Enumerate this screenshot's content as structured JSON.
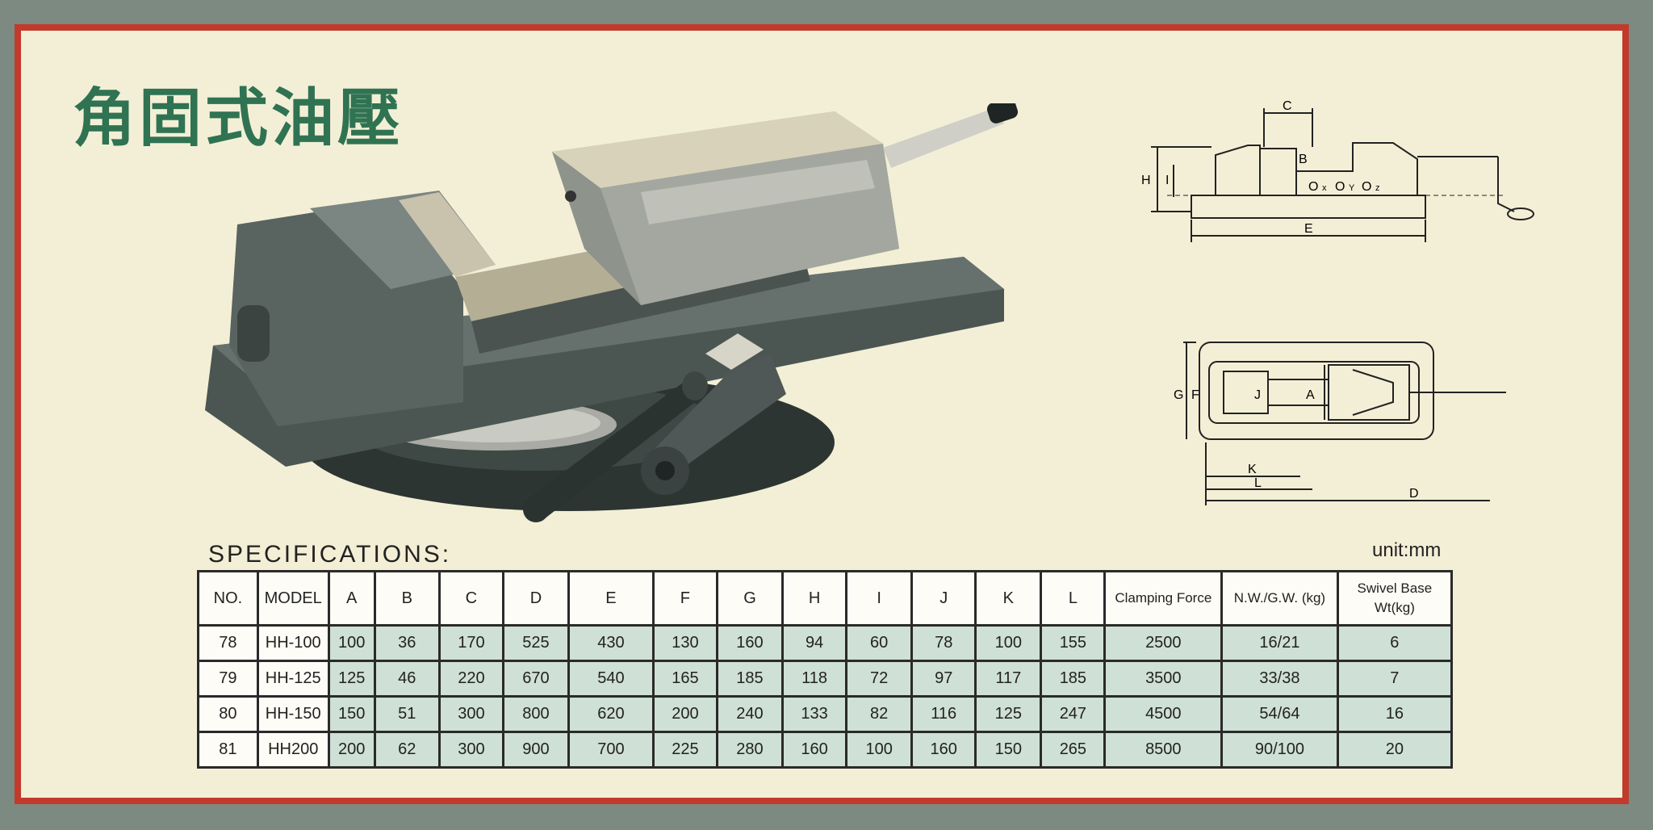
{
  "title": "角固式油壓",
  "specifications_heading": "SPECIFICATIONS:",
  "unit_label": "unit:mm",
  "diagram_labels": {
    "top": {
      "C": "C",
      "B": "B",
      "H": "H",
      "I": "I",
      "O1": "O",
      "x": "x",
      "O2": "O",
      "y": "Y",
      "O3": "O",
      "z": "z",
      "E": "E"
    },
    "bottom": {
      "G": "G",
      "F": "F",
      "J": "J",
      "A": "A",
      "K": "K",
      "L": "L",
      "D": "D"
    }
  },
  "table": {
    "headers": [
      "NO.",
      "MODEL",
      "A",
      "B",
      "C",
      "D",
      "E",
      "F",
      "G",
      "H",
      "I",
      "J",
      "K",
      "L",
      "Clamping Force",
      "N.W./G.W. (kg)",
      "Swivel Base Wt(kg)"
    ],
    "rows": [
      [
        "78",
        "HH-100",
        "100",
        "36",
        "170",
        "525",
        "430",
        "130",
        "160",
        "94",
        "60",
        "78",
        "100",
        "155",
        "2500",
        "16/21",
        "6"
      ],
      [
        "79",
        "HH-125",
        "125",
        "46",
        "220",
        "670",
        "540",
        "165",
        "185",
        "118",
        "72",
        "97",
        "117",
        "185",
        "3500",
        "33/38",
        "7"
      ],
      [
        "80",
        "HH-150",
        "150",
        "51",
        "300",
        "800",
        "620",
        "200",
        "240",
        "133",
        "82",
        "116",
        "125",
        "247",
        "4500",
        "54/64",
        "16"
      ],
      [
        "81",
        "HH200",
        "200",
        "62",
        "300",
        "900",
        "700",
        "225",
        "280",
        "160",
        "100",
        "160",
        "150",
        "265",
        "8500",
        "90/100",
        "20"
      ]
    ]
  }
}
